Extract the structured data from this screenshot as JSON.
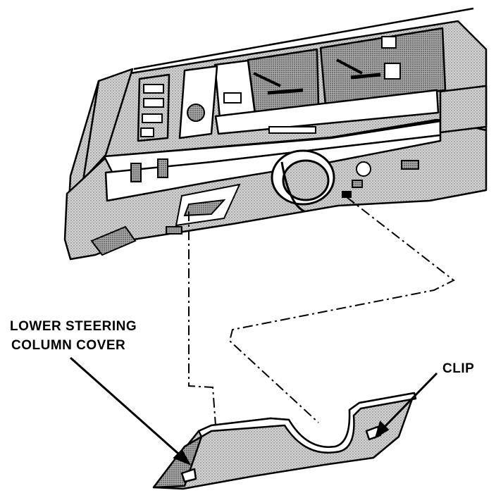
{
  "labels": {
    "lower_cover_line1": "LOWER STEERING",
    "lower_cover_line2": "COLUMN COVER",
    "clip": "CLIP"
  },
  "colors": {
    "ink": "#000000",
    "shade": "#c8c8c8",
    "shade_dark": "#9a9a9a",
    "paper": "#ffffff"
  }
}
